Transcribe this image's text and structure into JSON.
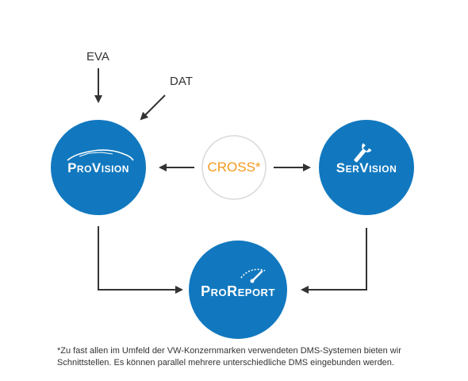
{
  "inputs": {
    "eva": "EVA",
    "dat": "DAT"
  },
  "nodes": {
    "provision": "ProVision",
    "servision": "SerVision",
    "proreport": "ProReport",
    "cross": "CROSS*"
  },
  "colors": {
    "circle_blue": "#1178bf",
    "cross_orange": "#f39a1e",
    "arrow": "#333333",
    "cross_border": "#d9d9d9"
  },
  "icons": {
    "provision": "car-silhouette-icon",
    "servision": "wrench-icon",
    "proreport": "speedometer-icon"
  },
  "footnote": {
    "line1": "*Zu fast allen im Umfeld der VW-Konzernmarken verwendeten DMS-Systemen bieten wir",
    "line2": "Schnittstellen. Es können parallel mehrere unterschiedliche DMS eingebunden werden."
  }
}
